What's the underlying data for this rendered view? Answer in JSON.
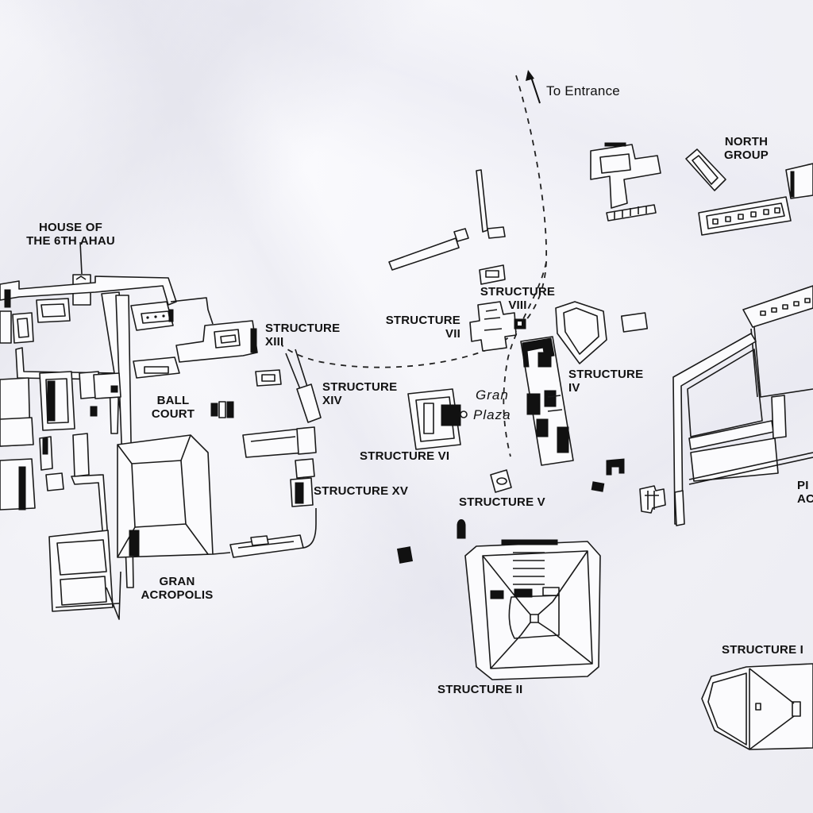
{
  "map": {
    "title": "Gran Plaza site map",
    "background": "crumpled white paper",
    "colors": {
      "ink": "#111111",
      "paper": "#f3f3f7"
    },
    "entrance": {
      "label": "To Entrance",
      "icon": "arrow-up-icon"
    },
    "plaza": {
      "line1": "Gran",
      "line2": "Plaza"
    },
    "labels": {
      "house_6th_ahau": {
        "line1": "HOUSE OF",
        "line2": "THE 6TH AHAU"
      },
      "ball_court": {
        "line1": "BALL",
        "line2": "COURT"
      },
      "structure_xiii": {
        "line1": "STRUCTURE",
        "line2": "XIII"
      },
      "structure_xiv": {
        "line1": "STRUCTURE",
        "line2": "XIV"
      },
      "structure_xv": {
        "line1": "STRUCTURE XV"
      },
      "structure_vii": {
        "line1": "STRUCTURE",
        "line2": "VII"
      },
      "structure_viii": {
        "line1": "STRUCTURE",
        "line2": "VIII"
      },
      "structure_vi": {
        "line1": "STRUCTURE VI"
      },
      "structure_iv": {
        "line1": "STRUCTURE",
        "line2": "IV"
      },
      "structure_v": {
        "line1": "STRUCTURE V"
      },
      "structure_ii": {
        "line1": "STRUCTURE II"
      },
      "structure_i": {
        "line1": "STRUCTURE I"
      },
      "north_group": {
        "line1": "NORTH",
        "line2": "GROUP"
      },
      "gran_acropolis": {
        "line1": "GRAN",
        "line2": "ACROPOLIS"
      },
      "partial_acropolis": {
        "line1": "PI",
        "line2": "AC"
      }
    }
  }
}
